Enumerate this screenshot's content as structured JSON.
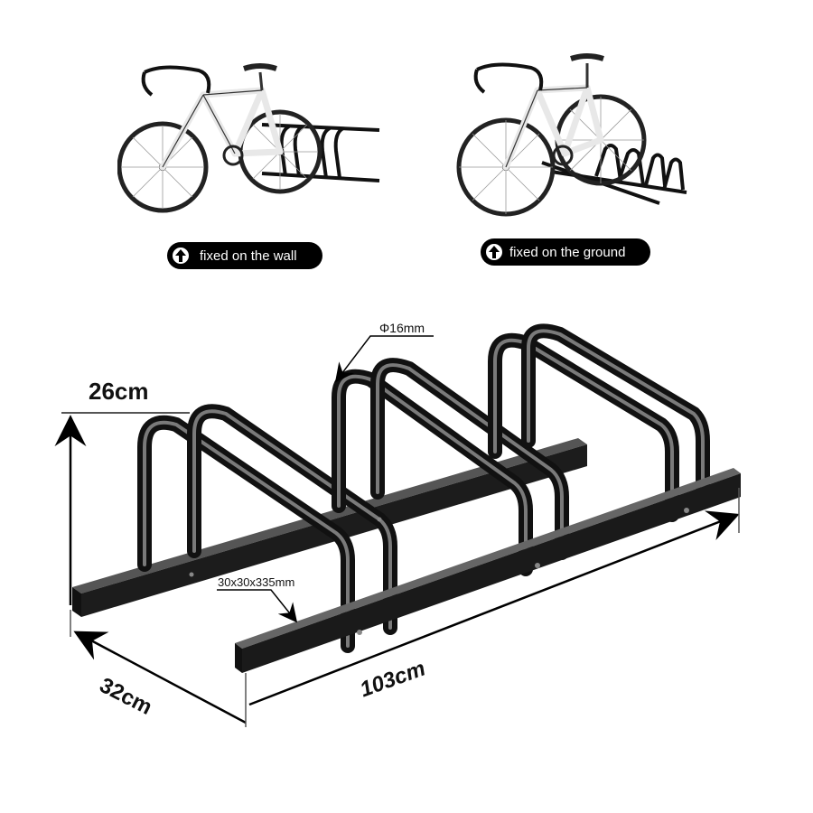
{
  "top_panels": [
    {
      "label": "fixed on the wall",
      "icon": "arrow-up-icon"
    },
    {
      "label": "fixed on the ground",
      "icon": "arrow-up-icon"
    }
  ],
  "dimensions": {
    "height": "26cm",
    "depth": "32cm",
    "length": "103cm",
    "tube_diameter": "Φ16mm",
    "base_bar": "30x30x335mm"
  },
  "colors": {
    "rack": "#1a1a1a",
    "tube_highlight": "#8a8a8a",
    "background": "#ffffff",
    "pill": "#000000"
  }
}
